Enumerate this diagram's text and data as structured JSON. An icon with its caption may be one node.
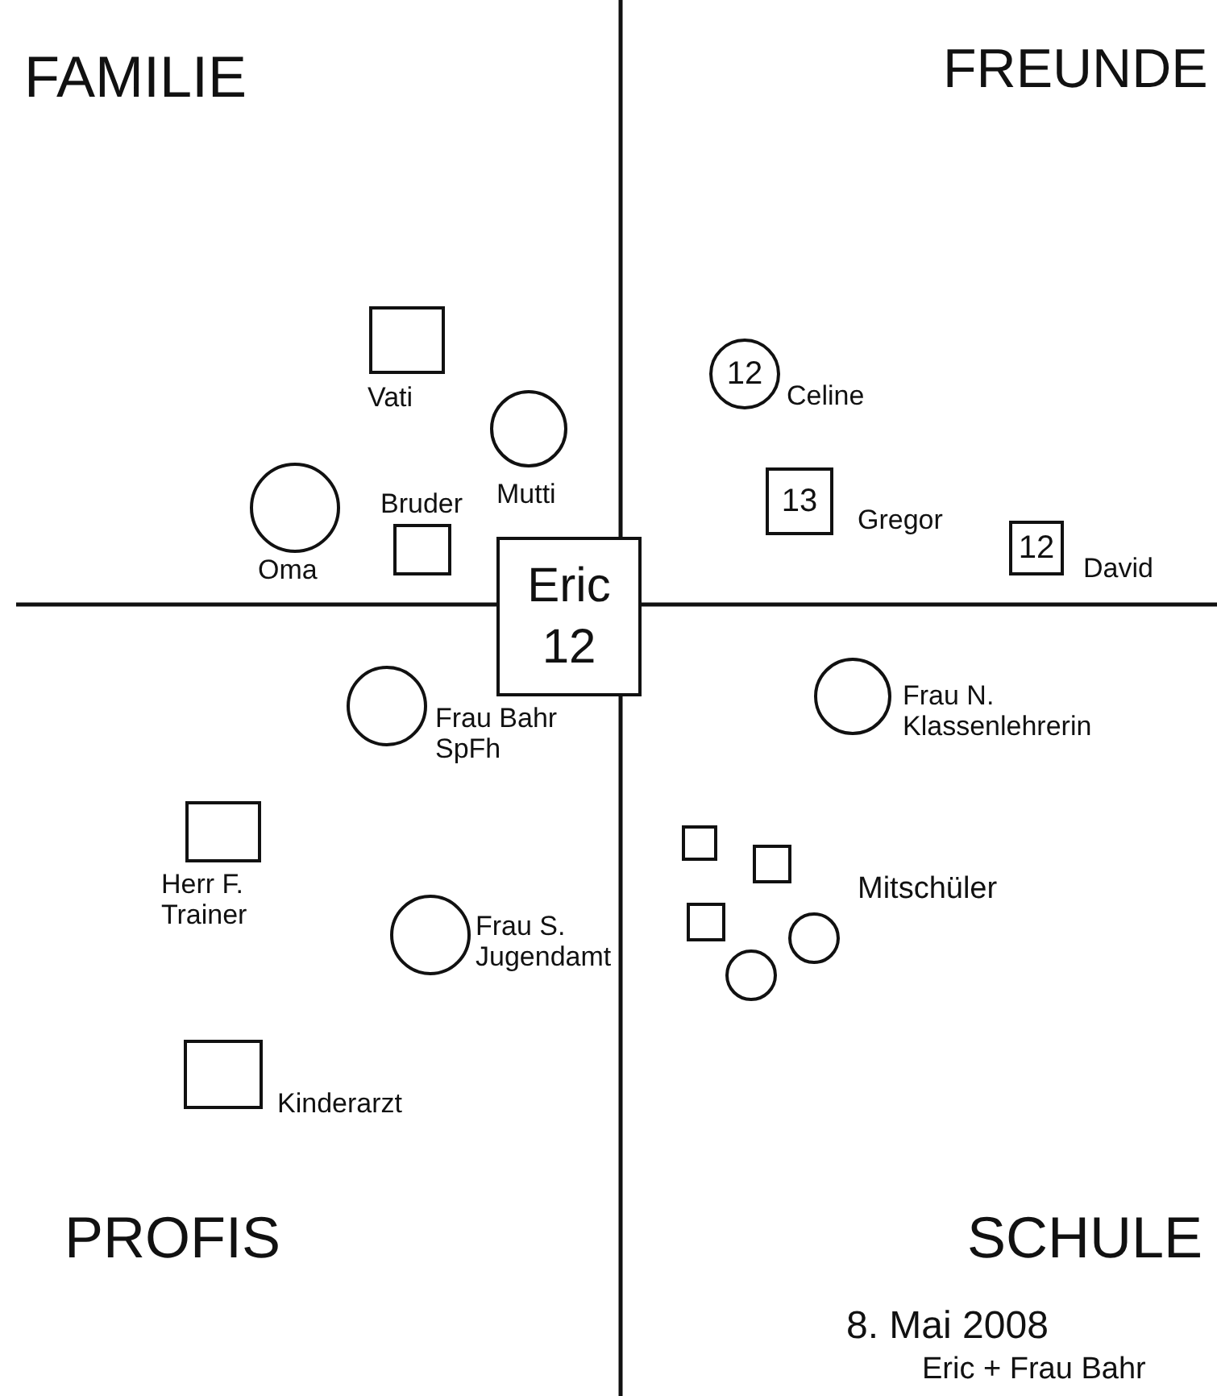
{
  "diagram": {
    "nodes": [
      {
        "text": [
          "Eric",
          "12"
        ]
      },
      {
        "text": [],
        "shape": "box",
        "beside": [
          "Vati"
        ]
      },
      {
        "text": [],
        "shape": "circle",
        "beside": [
          "Mutti"
        ]
      },
      {
        "text": [],
        "shape": "circle",
        "beside": [
          "Oma"
        ]
      },
      {
        "text": [],
        "shape": "box",
        "beside": [
          "Bruder"
        ]
      },
      {
        "text": [
          "12"
        ],
        "beside": [
          "Celine"
        ]
      },
      {
        "text": [
          "13"
        ],
        "beside": [
          "Gregor"
        ]
      },
      {
        "text": [
          "12"
        ],
        "beside": [
          "David"
        ]
      },
      {
        "text": [],
        "shape": "circle",
        "beside": [
          "Frau Bahr SpFh"
        ]
      },
      {
        "text": [],
        "shape": "box",
        "beside": [
          "Herr F. Trainer"
        ]
      },
      {
        "text": [],
        "shape": "circle",
        "beside": [
          "Frau S. Jugendamt"
        ]
      },
      {
        "text": [],
        "shape": "box",
        "beside": [
          "Kinderarzt"
        ]
      },
      {
        "text": [],
        "shape": "circle",
        "beside": [
          "Frau N. Klassenlehrerin"
        ]
      },
      {
        "text": [],
        "shape": "box"
      },
      {
        "text": [],
        "shape": "box"
      },
      {
        "text": [],
        "shape": "box"
      },
      {
        "text": [],
        "shape": "circle"
      },
      {
        "text": [],
        "shape": "circle"
      }
    ],
    "edges": [],
    "labels": [
      "FAMILIE",
      "FREUNDE",
      "Mitschüler",
      "PROFIS",
      "SCHULE",
      "8. Mai 2008",
      "Eric + Frau Bahr"
    ]
  }
}
